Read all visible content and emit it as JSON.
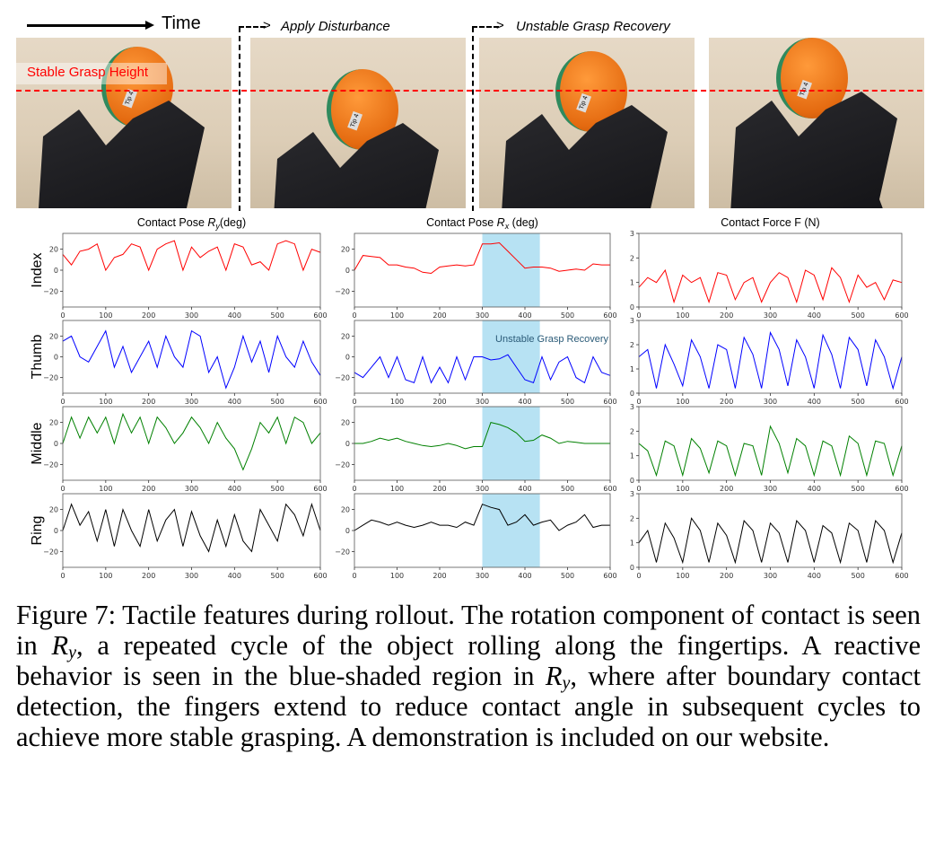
{
  "figure": {
    "time_label": "Time",
    "disturbance_label": "Apply Disturbance",
    "recovery_label": "Unstable Grasp Recovery",
    "stable_height_label": "Stable Grasp Height",
    "tip_label": "Tip 4",
    "photo_count": 4
  },
  "colors": {
    "Index": "#ff0000",
    "Thumb": "#0000ff",
    "Middle": "#008000",
    "Ring": "#000000",
    "shade": "#87ceeb"
  },
  "chart_data": {
    "type": "line",
    "columns": [
      {
        "title_prefix": "Contact Pose ",
        "math": "R",
        "sub": "y",
        "title_suffix": "(deg)",
        "key": "Ry",
        "ylim": [
          -35,
          35
        ],
        "yticks": [
          "20",
          "0",
          "−20"
        ],
        "ytick_values": [
          20,
          0,
          -20
        ],
        "shade": null
      },
      {
        "title_prefix": "Contact Pose ",
        "math": "R",
        "sub": "x",
        "title_suffix": " (deg)",
        "key": "Rx",
        "ylim": [
          -35,
          35
        ],
        "yticks": [
          "20",
          "0",
          "−20"
        ],
        "ytick_values": [
          20,
          0,
          -20
        ],
        "shade": [
          300,
          435
        ],
        "shade_label": "Unstable Grasp Recovery"
      },
      {
        "title_prefix": "Contact Force F (N)",
        "math": "",
        "sub": "",
        "title_suffix": "",
        "key": "F",
        "ylim": [
          0,
          3
        ],
        "yticks": [
          "3",
          "2",
          "1",
          "0"
        ],
        "ytick_values": [
          3,
          2,
          1,
          0
        ],
        "shade": null
      }
    ],
    "rows": [
      "Index",
      "Thumb",
      "Middle",
      "Ring"
    ],
    "xlim": [
      0,
      600
    ],
    "xticks": [
      "0",
      "100",
      "200",
      "300",
      "400",
      "500",
      "600"
    ],
    "x_step": 20,
    "series": {
      "Index": {
        "Ry": [
          15,
          5,
          18,
          20,
          25,
          0,
          12,
          15,
          25,
          22,
          0,
          20,
          25,
          28,
          0,
          22,
          12,
          18,
          22,
          0,
          25,
          22,
          5,
          8,
          0,
          25,
          28,
          25,
          0,
          20,
          17
        ],
        "Rx": [
          0,
          14,
          13,
          12,
          5,
          5,
          3,
          2,
          -2,
          -3,
          3,
          4,
          5,
          4,
          5,
          25,
          25,
          26,
          18,
          10,
          2,
          3,
          3,
          2,
          -1,
          0,
          1,
          0,
          6,
          5,
          5
        ],
        "F": [
          0.8,
          1.2,
          1.0,
          1.5,
          0.2,
          1.3,
          1.0,
          1.2,
          0.2,
          1.4,
          1.3,
          0.3,
          1.0,
          1.2,
          0.2,
          1.0,
          1.4,
          1.2,
          0.2,
          1.5,
          1.3,
          0.3,
          1.6,
          1.2,
          0.2,
          1.3,
          0.8,
          1.0,
          0.3,
          1.1,
          1.0
        ]
      },
      "Thumb": {
        "Ry": [
          15,
          20,
          0,
          -5,
          10,
          25,
          -10,
          10,
          -15,
          0,
          15,
          -10,
          20,
          0,
          -10,
          25,
          20,
          -15,
          0,
          -30,
          -10,
          20,
          -5,
          15,
          -15,
          20,
          0,
          -10,
          15,
          -5,
          -18
        ],
        "Rx": [
          -15,
          -20,
          -10,
          0,
          -20,
          0,
          -22,
          -25,
          0,
          -25,
          -10,
          -25,
          0,
          -22,
          0,
          0,
          -3,
          -2,
          2,
          -10,
          -22,
          -25,
          0,
          -22,
          -5,
          0,
          -20,
          -25,
          0,
          -15,
          -18
        ],
        "F": [
          1.5,
          1.8,
          0.2,
          2.0,
          1.2,
          0.3,
          2.2,
          1.5,
          0.2,
          2.0,
          1.8,
          0.2,
          2.3,
          1.6,
          0.2,
          2.5,
          1.8,
          0.3,
          2.2,
          1.5,
          0.2,
          2.4,
          1.6,
          0.2,
          2.3,
          1.8,
          0.3,
          2.2,
          1.5,
          0.2,
          1.5
        ]
      },
      "Middle": {
        "Ry": [
          0,
          25,
          5,
          25,
          10,
          25,
          0,
          28,
          10,
          25,
          0,
          25,
          15,
          0,
          10,
          25,
          15,
          0,
          20,
          5,
          -5,
          -25,
          -5,
          20,
          10,
          25,
          0,
          25,
          20,
          0,
          10
        ],
        "Rx": [
          0,
          0,
          2,
          5,
          3,
          5,
          2,
          0,
          -2,
          -3,
          -2,
          0,
          -2,
          -5,
          -3,
          -3,
          20,
          18,
          15,
          10,
          2,
          3,
          8,
          5,
          0,
          2,
          1,
          0,
          0,
          0,
          0
        ],
        "F": [
          1.5,
          1.2,
          0.2,
          1.6,
          1.4,
          0.2,
          1.7,
          1.3,
          0.3,
          1.6,
          1.4,
          0.2,
          1.5,
          1.4,
          0.2,
          2.2,
          1.5,
          0.3,
          1.7,
          1.4,
          0.2,
          1.6,
          1.4,
          0.2,
          1.8,
          1.5,
          0.2,
          1.6,
          1.5,
          0.2,
          1.4
        ]
      },
      "Ring": {
        "Ry": [
          0,
          25,
          5,
          18,
          -10,
          20,
          -15,
          20,
          0,
          -15,
          20,
          -10,
          10,
          20,
          -15,
          18,
          -5,
          -20,
          10,
          -15,
          15,
          -10,
          -20,
          20,
          5,
          -10,
          25,
          15,
          -5,
          25,
          0
        ],
        "Rx": [
          0,
          5,
          10,
          8,
          5,
          8,
          5,
          3,
          5,
          8,
          5,
          5,
          3,
          8,
          5,
          25,
          22,
          20,
          5,
          8,
          15,
          5,
          8,
          10,
          0,
          5,
          8,
          15,
          3,
          5,
          5
        ],
        "F": [
          1.0,
          1.5,
          0.2,
          1.8,
          1.2,
          0.2,
          2.0,
          1.5,
          0.2,
          1.8,
          1.3,
          0.2,
          1.9,
          1.5,
          0.2,
          1.8,
          1.4,
          0.2,
          1.9,
          1.5,
          0.2,
          1.7,
          1.4,
          0.2,
          1.8,
          1.5,
          0.2,
          1.9,
          1.5,
          0.2,
          1.4
        ]
      }
    }
  },
  "caption": {
    "p1": "Figure 7: Tactile features during rollout. The rotation component of contact is seen in ",
    "m1": "R",
    "s1": "y",
    "p2": ", a repeated cycle of the object rolling along the fingertips. A reactive behavior is seen in the blue-shaded region in ",
    "m2": "R",
    "s2": "y",
    "p3": ", where after boundary contact detection, the fingers extend to reduce contact angle in subsequent cycles to achieve more stable grasping. A demonstration is included on our website."
  }
}
